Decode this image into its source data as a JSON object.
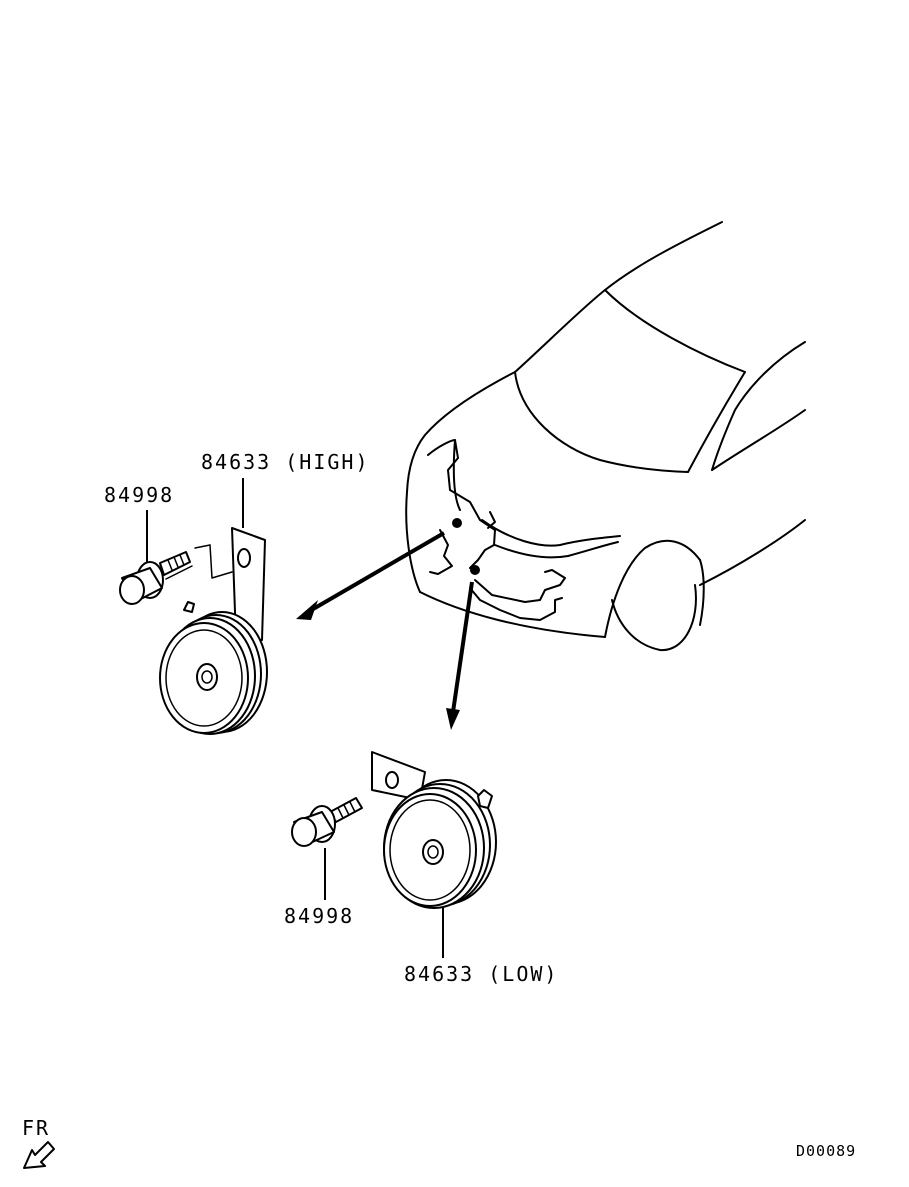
{
  "labels": {
    "horn_high": "84633 (HIGH)",
    "bolt_high": "84998",
    "bolt_low": "84998",
    "horn_low": "84633 (LOW)",
    "front_indicator": "FR",
    "diagram_code": "D00089"
  },
  "icons": {
    "front_arrow": "arrow-down-left-icon"
  }
}
